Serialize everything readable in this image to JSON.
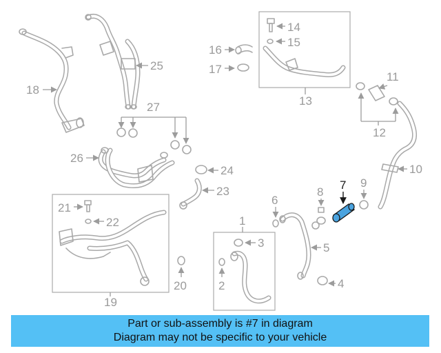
{
  "callouts": {
    "c1": "1",
    "c2": "2",
    "c3": "3",
    "c4": "4",
    "c5": "5",
    "c6": "6",
    "c7": "7",
    "c8": "8",
    "c9": "9",
    "c10": "10",
    "c11": "11",
    "c12": "12",
    "c13": "13",
    "c14": "14",
    "c15": "15",
    "c16": "16",
    "c17": "17",
    "c18": "18",
    "c19": "19",
    "c20": "20",
    "c21": "21",
    "c22": "22",
    "c23": "23",
    "c24": "24",
    "c25": "25",
    "c26": "26",
    "c27": "27"
  },
  "highlight": {
    "part_number": "7",
    "color": "#4aa3df"
  },
  "banner": {
    "line1": "Part or sub-assembly is #7 in diagram",
    "line2": "Diagram may not be specific to your vehicle",
    "color": "#54c0f5"
  }
}
